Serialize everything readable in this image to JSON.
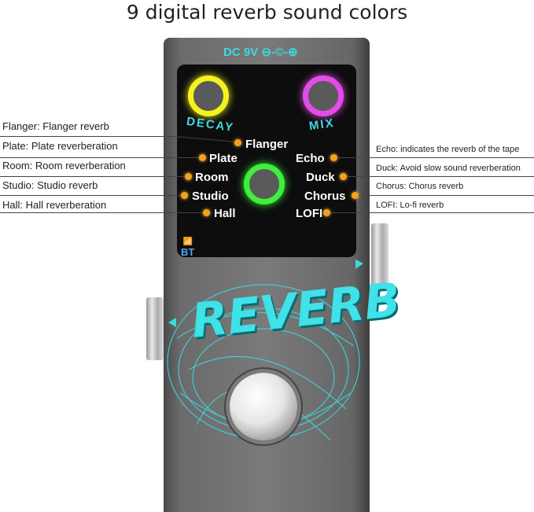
{
  "title": "9 digital reverb sound colors",
  "power": {
    "label": "DC 9V ⊖-©-⊕"
  },
  "knobs": {
    "decay": {
      "label": "DECAY",
      "color": "#f3f31e"
    },
    "mix": {
      "label": "MIX",
      "color": "#e24ce8"
    },
    "selector_color": "#3cf03c"
  },
  "modes_left": [
    "Plate",
    "Room",
    "Studio",
    "Hall"
  ],
  "mode_top": "Flanger",
  "modes_right": [
    "Echo",
    "Duck",
    "Chorus",
    "LOFI"
  ],
  "bt_label": "BT",
  "brand": "REVERB",
  "notes_left": [
    "Flanger: Flanger reverb",
    "Plate: Plate reverberation",
    "Room: Room reverberation",
    "Studio: Studio reverb",
    "Hall: Hall reverberation"
  ],
  "notes_right": [
    "Echo: indicates the reverb of the tape",
    "Duck: Avoid slow sound reverberation",
    "Chorus: Chorus reverb",
    "LOFI: Lo-fi reverb"
  ],
  "colors": {
    "accent": "#3fd8e0",
    "dot": "#f5a21a"
  }
}
